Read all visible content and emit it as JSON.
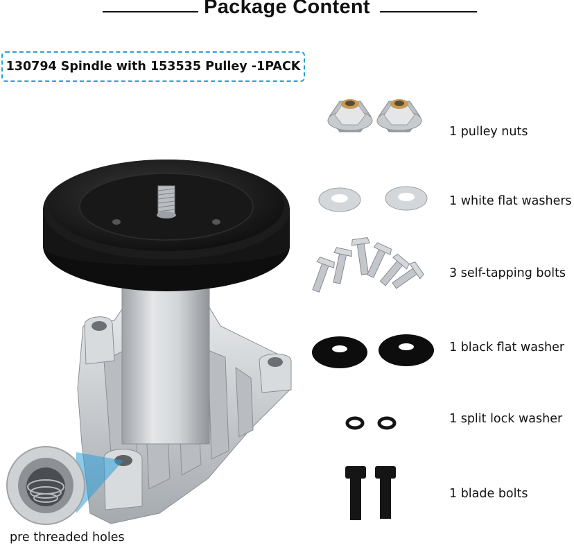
{
  "header": {
    "title": "Package Content"
  },
  "product": {
    "label": "130794 Spindle with 153535 Pulley -1PACK"
  },
  "parts": [
    {
      "label": "1 pulley nuts"
    },
    {
      "label": "1 white flat washers"
    },
    {
      "label": "3 self-tapping bolts"
    },
    {
      "label": "1 black flat washer"
    },
    {
      "label": "1 split lock washer"
    },
    {
      "label": "1 blade bolts"
    }
  ],
  "callout": {
    "label": "pre threaded holes"
  },
  "colors": {
    "accent": "#2d9fd8",
    "metal": "#c9ccd0",
    "black": "#111111"
  },
  "icons": [
    "spindle-image",
    "pulley-nut-icon",
    "flat-washer-icon",
    "bolt-icon",
    "rubber-washer-icon",
    "lock-washer-icon",
    "blade-bolt-icon"
  ]
}
